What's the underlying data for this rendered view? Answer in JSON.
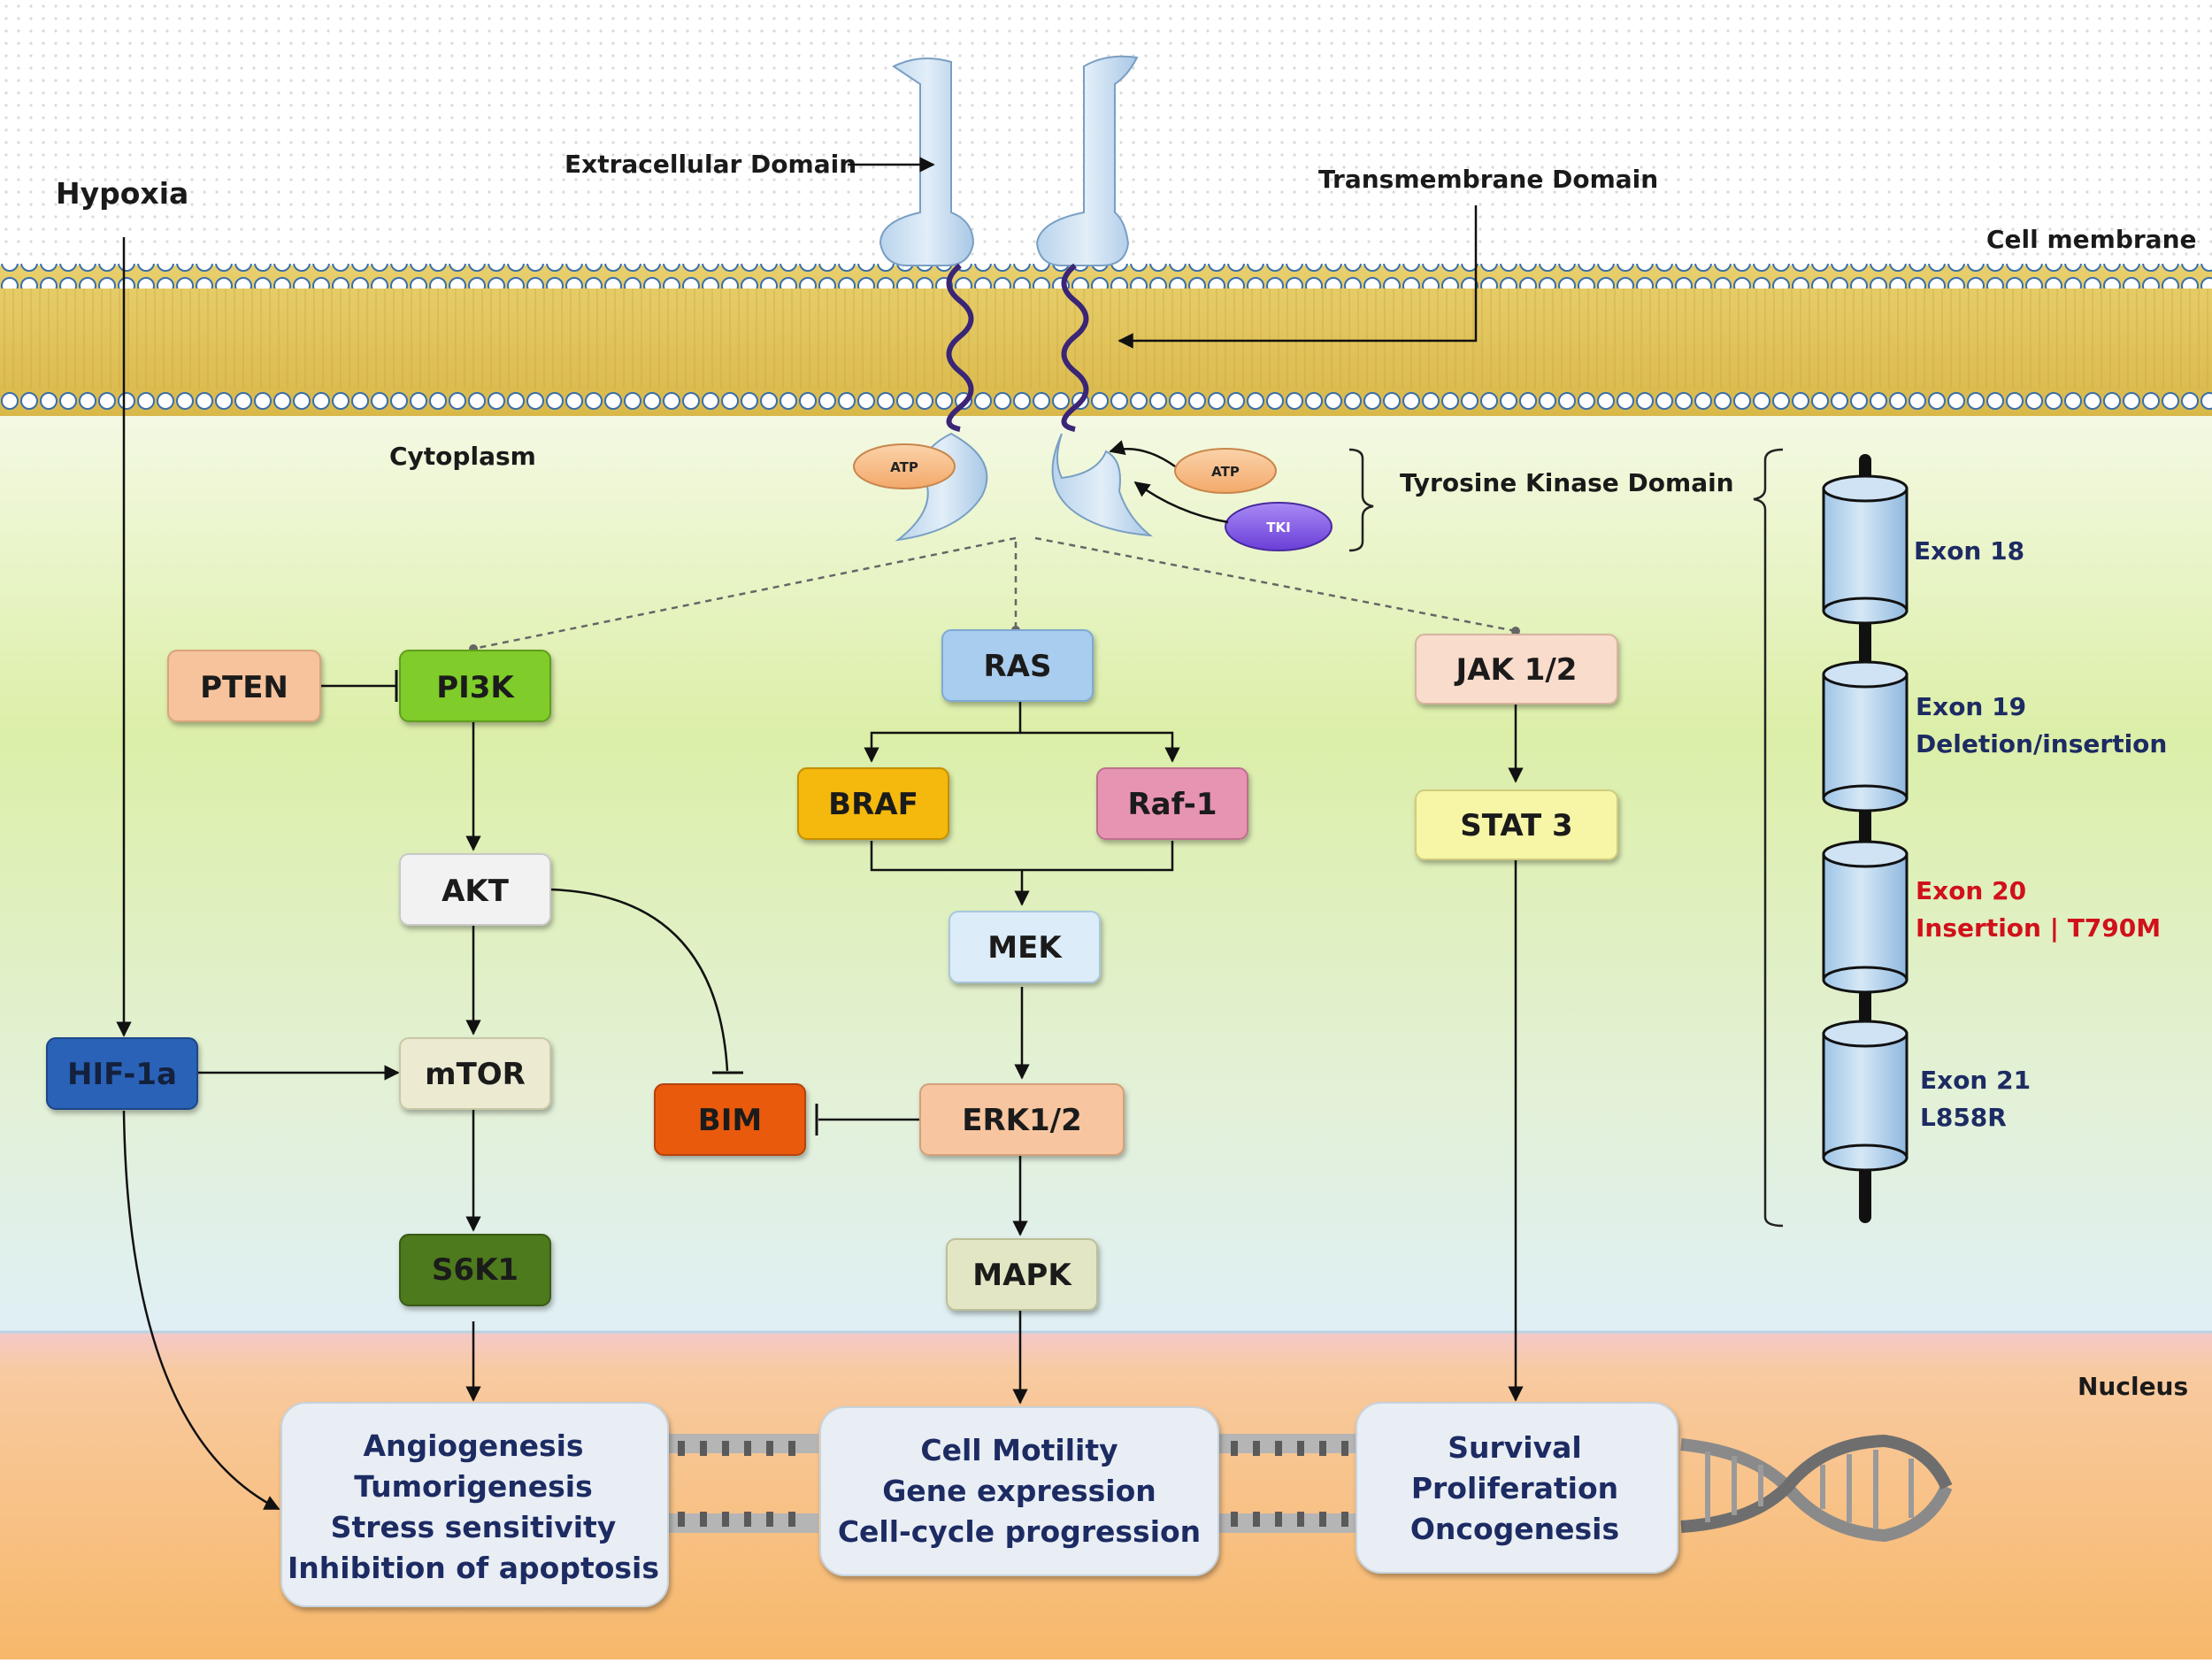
{
  "compartments": {
    "cell_membrane": "Cell membrane",
    "cytoplasm": "Cytoplasm",
    "nucleus": "Nucleus"
  },
  "receptor": {
    "extracellular": "Extracellular  Domain",
    "transmembrane": "Transmembrane Domain",
    "tk_domain": "Tyrosine Kinase  Domain",
    "atp": "ATP",
    "tki": "TKI"
  },
  "hypoxia": "Hypoxia",
  "nodes": {
    "pten": "PTEN",
    "pi3k": "PI3K",
    "akt": "AKT",
    "mtor": "mTOR",
    "s6k1": "S6K1",
    "hif": "HIF-1a",
    "bim": "BIM",
    "ras": "RAS",
    "braf": "BRAF",
    "raf1": "Raf-1",
    "mek": "MEK",
    "erk": "ERK1/2",
    "mapk": "MAPK",
    "jak": "JAK 1/2",
    "stat": "STAT 3"
  },
  "exons": {
    "e18": "Exon 18",
    "e19a": "Exon 19",
    "e19b": "Deletion/insertion",
    "e20a": "Exon 20",
    "e20b": "Insertion  | T790M",
    "e21a": "Exon 21",
    "e21b": "L858R"
  },
  "outcomes": {
    "left": [
      "Angiogenesis",
      "Tumorigenesis",
      "Stress sensitivity",
      "Inhibition of apoptosis"
    ],
    "middle": [
      "Cell Motility",
      "Gene expression",
      "Cell-cycle progression"
    ],
    "right": [
      "Survival",
      "Proliferation",
      "Oncogenesis"
    ]
  },
  "colors": {
    "pten": "#f6c39c",
    "pi3k": "#7fcc2a",
    "akt": "#f2f2f2",
    "mtor": "#ecebd2",
    "s6k1": "#4e7a1f",
    "hif": "#2a62b8",
    "bim": "#ea5a10",
    "ras": "#a9cdef",
    "braf": "#f5b80c",
    "raf1": "#e794b3",
    "mek": "#dcecf8",
    "erk": "#f7c6a0",
    "mapk": "#e3e6c4",
    "jak": "#f9dccb",
    "stat": "#f7f5a6",
    "membrane": "#e6c65a",
    "nucleus": "#f7c37e",
    "exon_text": "#1d2b63",
    "exon_red": "#d0111b"
  }
}
